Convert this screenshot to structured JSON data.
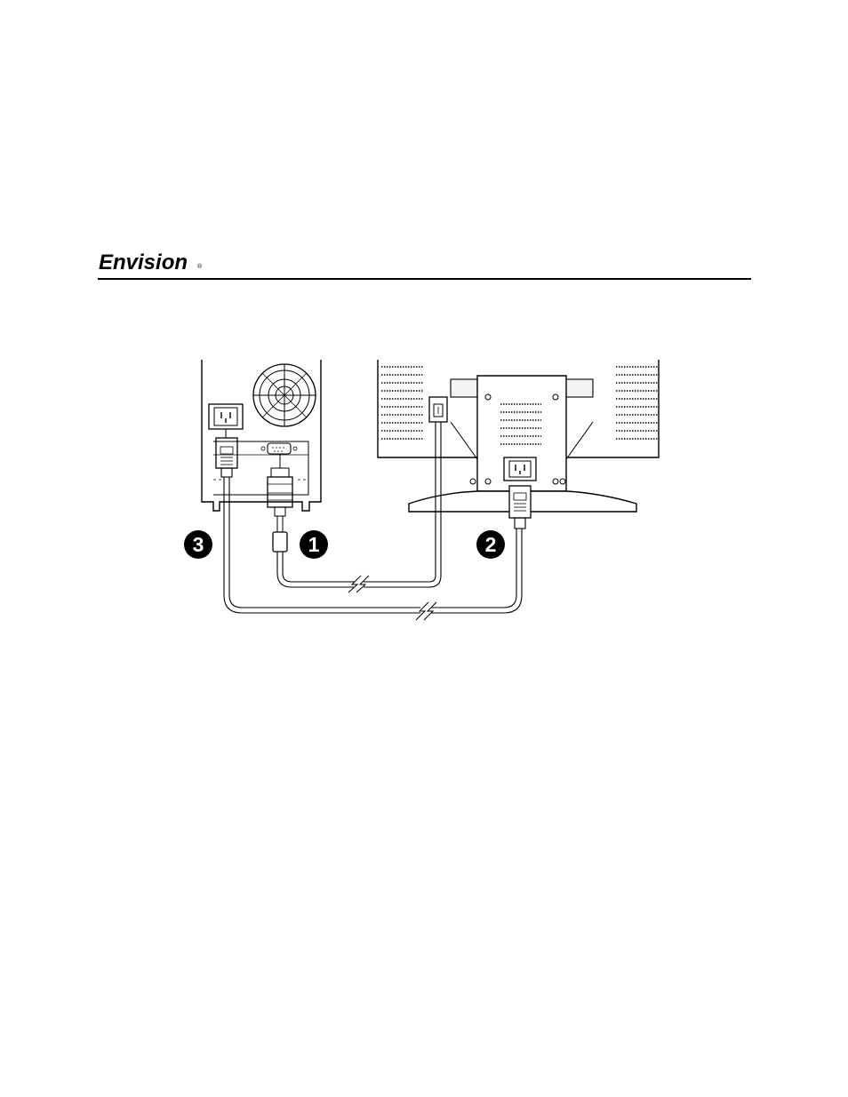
{
  "header": {
    "brand": "Envision",
    "trademark": "®"
  },
  "figure": {
    "callouts": [
      "3",
      "1",
      "2"
    ]
  },
  "colors": {
    "ink": "#000000",
    "paper": "#ffffff",
    "panel": "#f4f4f4"
  }
}
